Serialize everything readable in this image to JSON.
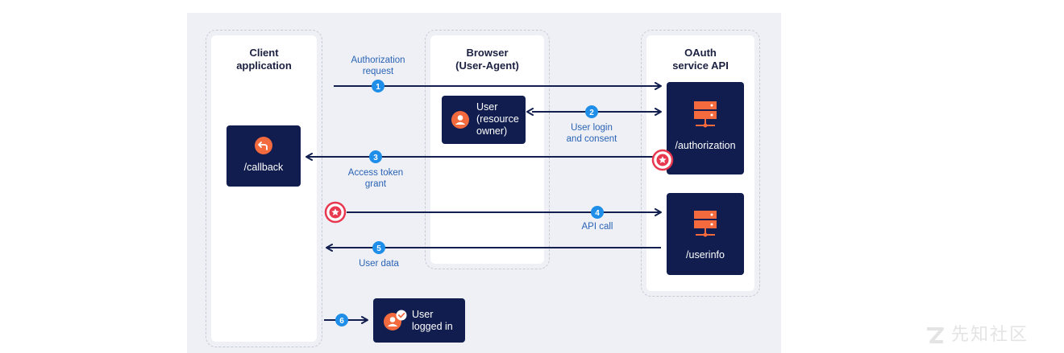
{
  "lanes": {
    "client": {
      "title": "Client\napplication"
    },
    "browser": {
      "title": "Browser\n(User-Agent)"
    },
    "oauth": {
      "title": "OAuth\nservice API"
    }
  },
  "boxes": {
    "callback": {
      "label": "/callback"
    },
    "user": {
      "label": "User\n(resource\nowner)"
    },
    "authorization": {
      "label": "/authorization"
    },
    "userinfo": {
      "label": "/userinfo"
    },
    "logged_in": {
      "label": "User\nlogged in"
    }
  },
  "steps": [
    {
      "number": "1",
      "label": "Authorization\nrequest"
    },
    {
      "number": "2",
      "label": "User login\nand consent"
    },
    {
      "number": "3",
      "label": "Access token\ngrant"
    },
    {
      "number": "4",
      "label": "API call"
    },
    {
      "number": "5",
      "label": "User data"
    },
    {
      "number": "6",
      "label": ""
    }
  ],
  "watermark": {
    "text": "先知社区"
  },
  "colors": {
    "lane_bg": "#ffffff",
    "canvas_bg": "#eef0f5",
    "box_bg": "#101d4e",
    "arrow": "#13204f",
    "step_badge": "#1e8ee8",
    "icon_accent": "#f26a3d",
    "highlight_ring": "#e8384f",
    "label_text": "#2a63b5"
  },
  "icons": {
    "callback": "return-arrow-icon",
    "user": "user-icon",
    "authorization": "server-icon",
    "userinfo": "server-icon",
    "logged_in": "user-check-icon",
    "highlight": "star-badge-icon"
  }
}
